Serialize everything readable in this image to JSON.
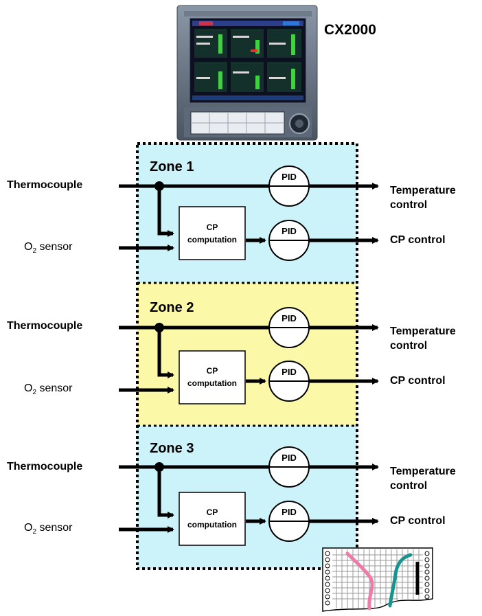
{
  "device": {
    "title": "CX2000"
  },
  "zones": [
    {
      "name": "Zone 1",
      "fill": "#ccf3fa",
      "input_main": "Thermocouple",
      "input_sensor_main": "O",
      "input_sensor_sub": "2",
      "input_sensor_rest": " sensor",
      "pid_label": "PID",
      "block_line1": "CP",
      "block_line2": "computation",
      "output_temp_line1": "Temperature",
      "output_temp_line2": "control",
      "output_cp": "CP control"
    },
    {
      "name": "Zone 2",
      "fill": "#fbf9a8",
      "input_main": "Thermocouple",
      "input_sensor_main": "O",
      "input_sensor_sub": "2",
      "input_sensor_rest": " sensor",
      "pid_label": "PID",
      "block_line1": "CP",
      "block_line2": "computation",
      "output_temp_line1": "Temperature",
      "output_temp_line2": "control",
      "output_cp": "CP control"
    },
    {
      "name": "Zone 3",
      "fill": "#ccf3fa",
      "input_main": "Thermocouple",
      "input_sensor_main": "O",
      "input_sensor_sub": "2",
      "input_sensor_rest": " sensor",
      "pid_label": "PID",
      "block_line1": "CP",
      "block_line2": "computation",
      "output_temp_line1": "Temperature",
      "output_temp_line2": "control",
      "output_cp": "CP control"
    }
  ],
  "colors": {
    "zone_blue": "#ccf3fa",
    "zone_yellow": "#fbf9a8",
    "trace_pink": "#f07aa8",
    "trace_teal": "#17948f",
    "trace_black": "#000000"
  }
}
